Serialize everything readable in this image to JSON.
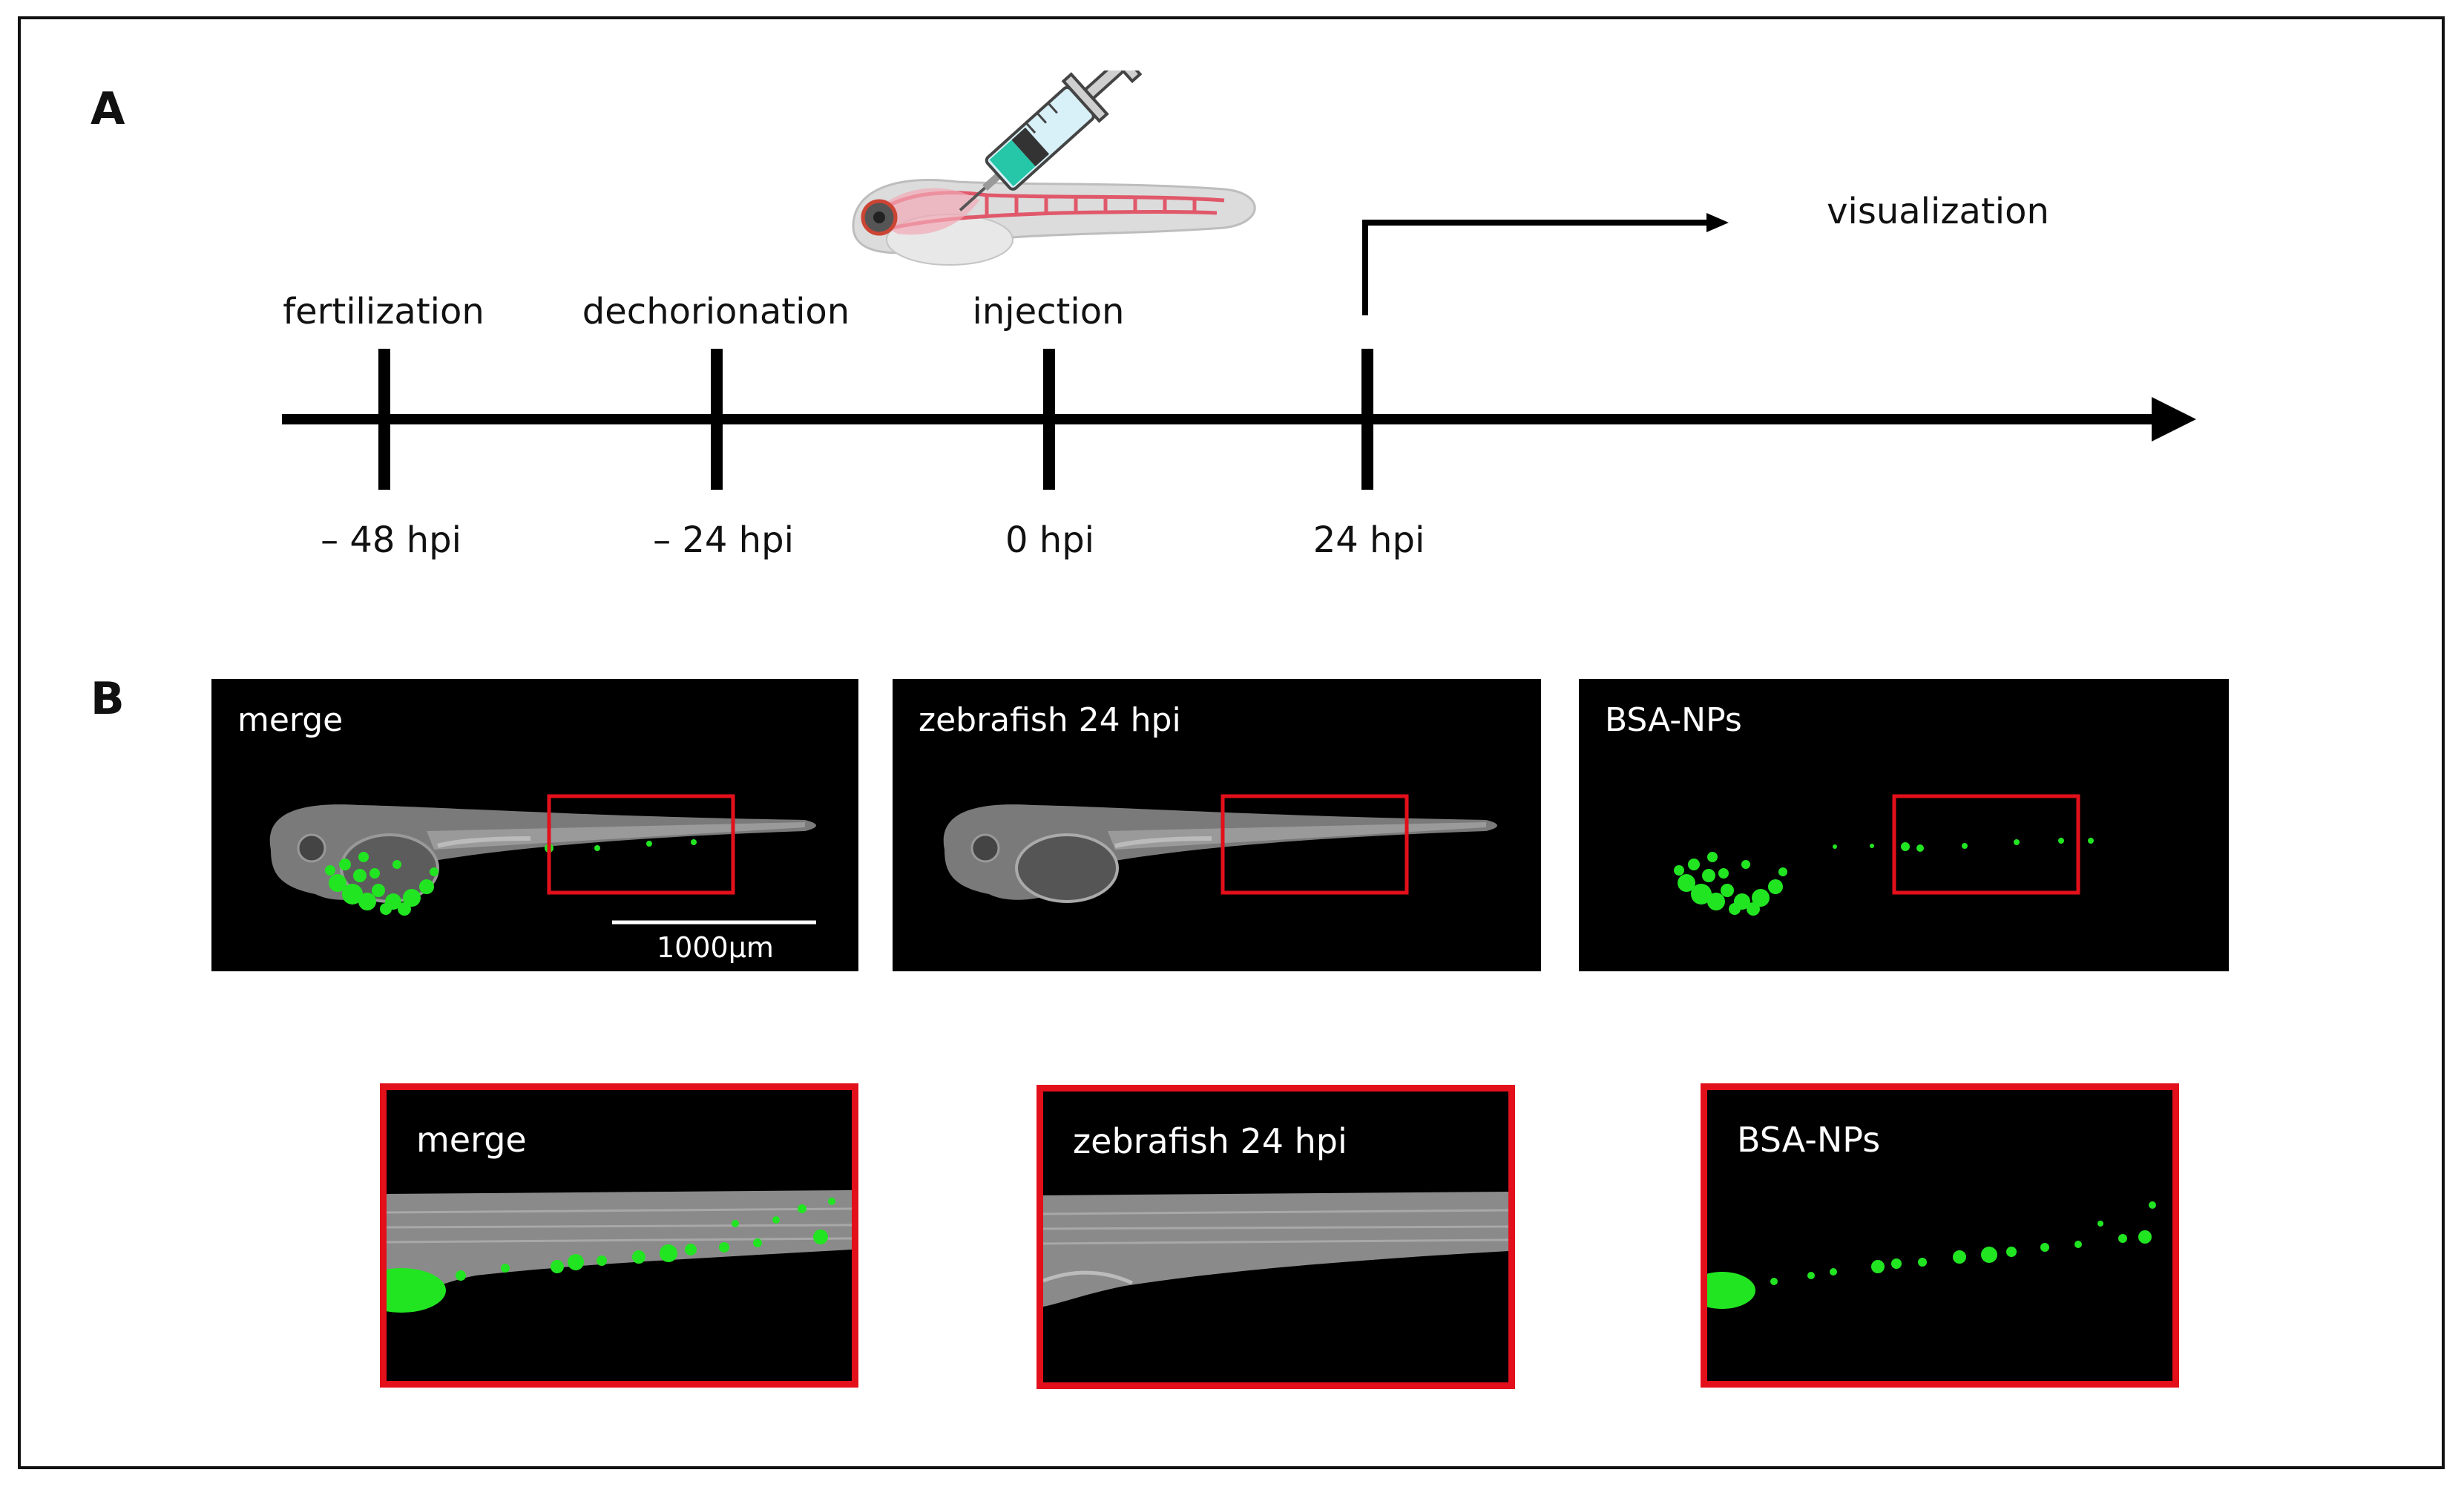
{
  "panel_a": {
    "letter": "A",
    "stages": [
      {
        "label": "fertilization",
        "time": "– 48 hpi"
      },
      {
        "label": "dechorionation",
        "time": "– 24 hpi"
      },
      {
        "label": "injection",
        "time": "0 hpi"
      },
      {
        "label": "",
        "time": "24 hpi"
      }
    ],
    "visualization_label": "visualization"
  },
  "panel_b": {
    "letter": "B",
    "images": [
      {
        "label": "merge",
        "channels": "brightfield+fluorescence"
      },
      {
        "label": "zebrafish 24 hpi",
        "channels": "brightfield"
      },
      {
        "label": "BSA-NPs",
        "channels": "fluorescence"
      }
    ],
    "zoom_images": [
      {
        "label": "merge"
      },
      {
        "label": "zebrafish 24 hpi"
      },
      {
        "label": "BSA-NPs"
      }
    ],
    "scale_bar": "1000µm"
  },
  "colors": {
    "fluorescence": "#22e522",
    "highlight_box": "#e3101b",
    "background_image": "#000000"
  }
}
